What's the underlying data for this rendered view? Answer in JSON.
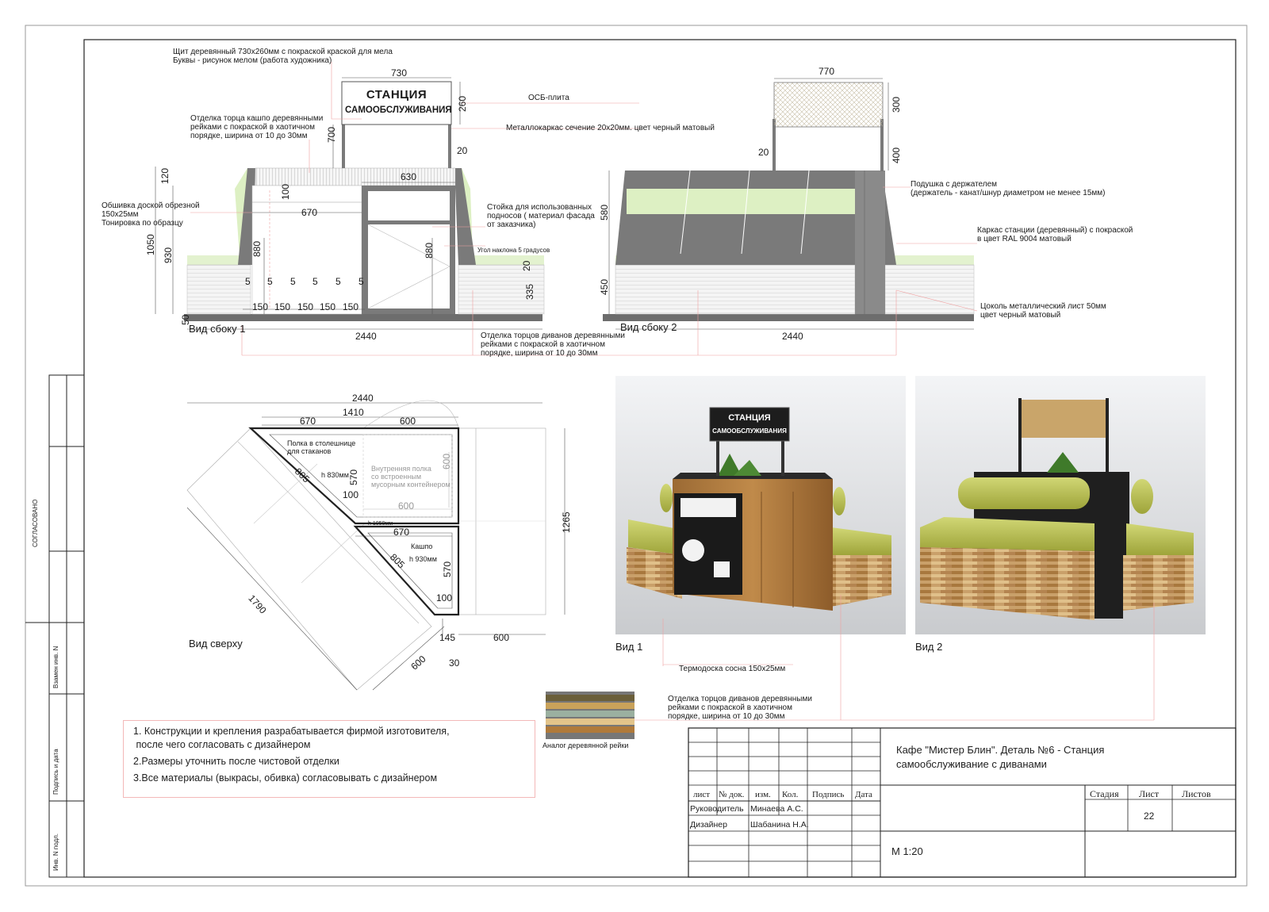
{
  "annotations": {
    "shield": "Щит деревянный 730х260мм с покраской краской для мела",
    "letters": "Буквы - рисунок мелом (работа художника)",
    "osb": "ОСБ-плита",
    "metal_frame": "Металлокаркас сечение 20х20мм. цвет черный матовый",
    "pot_finish": [
      "Отделка торца кашпо деревянными",
      "рейками с покраской в хаотичном",
      "порядке, ширина от 10 до 30мм"
    ],
    "cladding": [
      "Обшивка доской обрезной",
      "150х25мм",
      "Тонировка по образцу"
    ],
    "tray_rack": [
      "Стойка для использованных",
      "подносов ( материал фасада",
      "от заказчика)"
    ],
    "angle": "Угол наклона 5 градусов",
    "cushion": [
      "Подушка с держателем",
      "(держатель - канат/шнур диаметром не менее 15мм)"
    ],
    "station_frame": [
      "Каркас станции (деревянный) с покраской",
      "в цвет RAL 9004 матовый"
    ],
    "plinth": [
      "Цоколь металлический лист 50мм",
      "цвет черный матовый"
    ],
    "sofa_finish": [
      "Отделка торцов диванов деревянными",
      "рейками с покраской в хаотичном",
      "порядке, ширина от 10 до 30мм"
    ],
    "shelf_cups": [
      "Полка в столешнице",
      "для стаканов"
    ],
    "inner_shelf": [
      "Внутренняя полка",
      "со встроенным",
      "мусорным контейнером"
    ],
    "pot": "Кашпо",
    "h830": "h 830мм",
    "h930": "h 930мм",
    "h1050": "h 1050мм",
    "thermo_board": "Термодоска сосна 150х25мм",
    "sofa_finish2": [
      "Отделка торцов диванов деревянными",
      "рейками с покраской в хаотичном",
      "порядке, ширина от 10 до 30мм"
    ],
    "wood_analog": "Аналог деревянной рейки"
  },
  "sign": {
    "line1": "СТАНЦИЯ",
    "line2": "САМООБСЛУЖИВАНИЯ"
  },
  "views": {
    "side1": "Вид сбоку 1",
    "side2": "Вид сбоку 2",
    "top": "Вид сверху",
    "photo1": "Вид 1",
    "photo2": "Вид 2"
  },
  "dims_side1": {
    "d730": "730",
    "d260": "260",
    "d700": "700",
    "d20": "20",
    "d630": "630",
    "d120": "120",
    "d100": "100",
    "d670": "670",
    "d1050": "1050",
    "d930": "930",
    "d880a": "880",
    "d880b": "880",
    "d20b": "20",
    "d335": "335",
    "d50": "50",
    "d2440": "2440",
    "fives": [
      "5",
      "5",
      "5",
      "5",
      "5",
      "5"
    ],
    "fifties": [
      "150",
      "150",
      "150",
      "150",
      "150"
    ]
  },
  "dims_side2": {
    "d770": "770",
    "d300": "300",
    "d400": "400",
    "d20": "20",
    "d580": "580",
    "d450": "450",
    "d2440": "2440"
  },
  "dims_top": {
    "d2440": "2440",
    "d1410": "1410",
    "d670": "670",
    "d600a": "600",
    "d805a": "805",
    "d570a": "570",
    "d100a": "100",
    "d600b": "600",
    "d600c": "600",
    "d670b": "670",
    "d805b": "805",
    "d570b": "570",
    "d100b": "100",
    "d1265": "1265",
    "d1790": "1790",
    "d600d": "600",
    "d145": "145",
    "d600e": "600",
    "d30": "30"
  },
  "notes": [
    "1. Конструкции и крепления разрабатывается фирмой  изготовителя,",
    " после чего согласовать с дизайнером",
    "2.Размеры уточнить после чистовой отделки",
    "3.Все материалы (выкрасы, обивка) согласовывать с дизайнером"
  ],
  "sidebar": {
    "agreed": "СОГЛАСОВАНО",
    "replaced": "Взамен инв. N",
    "signature": "Подпись и дата",
    "inventory": "Инв. N подл."
  },
  "title_block": {
    "title_line1": "Кафе \"Мистер Блин\". Деталь №6 - Станция",
    "title_line2": "самообслуживание с диванами",
    "headers": [
      "лист",
      "№ док.",
      "изм.",
      "Кол.",
      "Подпись",
      "Дата"
    ],
    "role1": "Руководитель",
    "name1": "Минаева А.С.",
    "role2": "Дизайнер",
    "name2": "Шабанина Н.А.",
    "stage_label": "Стадия",
    "sheet_label": "Лист",
    "sheets_label": "Листов",
    "sheet_number": "22",
    "scale": "М 1:20"
  },
  "colors": {
    "frame_gray": "#7a7a7a",
    "cushion_green": "#dff0c4",
    "wood_light": "#ececec",
    "annotation_red": "#f0a0a0",
    "sofa_olive": "#b9c24e"
  }
}
